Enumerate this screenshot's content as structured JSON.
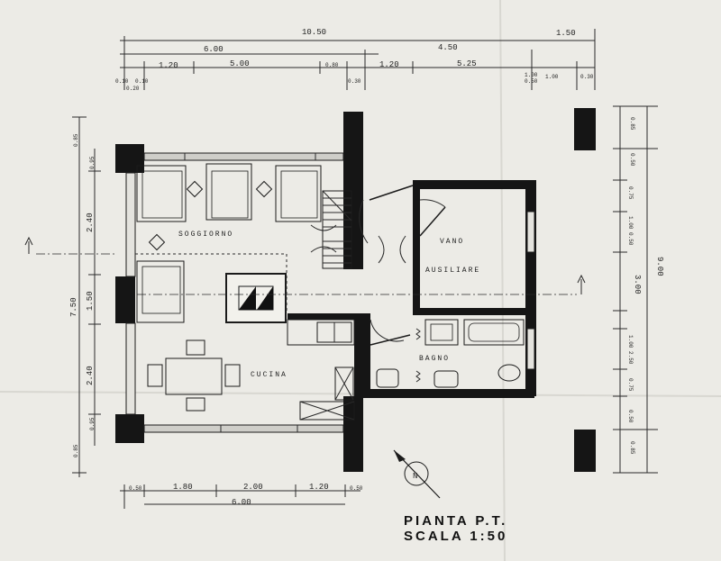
{
  "plan": {
    "title": "PIANTA P.T.",
    "scale": "SCALA 1:50",
    "north_symbol": "N"
  },
  "rooms": {
    "soggiorno": "SOGGIORNO",
    "vano_ausiliare_1": "VANO",
    "vano_ausiliare_2": "AUSILIARE",
    "cucina": "CUCINA",
    "bagno": "BAGNO"
  },
  "dims": {
    "top_total": "10.50",
    "top_a": "6.00",
    "top_b": "5.00",
    "top_c": "4.50",
    "top_d": "1.50",
    "top_e": "1.20",
    "top_f": "0.80",
    "top_g": "1.20",
    "top_h": "5.25",
    "top_i": "1.00",
    "top_j": "0.50",
    "top_k": "1.00",
    "top_l": "0.30",
    "top_m": "0.10",
    "top_n": "0.20",
    "top_o": "0.10",
    "top_p": "0.30",
    "bottom_a": "1.80",
    "bottom_b": "2.00",
    "bottom_c": "1.20",
    "bottom_d": "0.50",
    "bottom_e": "0.50",
    "bottom_total": "6.00",
    "left_total": "7.50",
    "left_a": "2.40",
    "left_b": "1.50",
    "left_c": "2.40",
    "left_d": "0.85",
    "left_e": "0.85",
    "left_f": "0.95",
    "left_g": "0.95",
    "right_total": "9.00",
    "right_a": "0.85",
    "right_b": "0.50",
    "right_c": "0.75",
    "right_d": "1.00",
    "right_e": "0.50",
    "right_f": "3.00",
    "right_g": "1.00",
    "right_h": "2.50",
    "right_i": "0.75",
    "right_j": "0.50",
    "right_k": "0.85"
  }
}
